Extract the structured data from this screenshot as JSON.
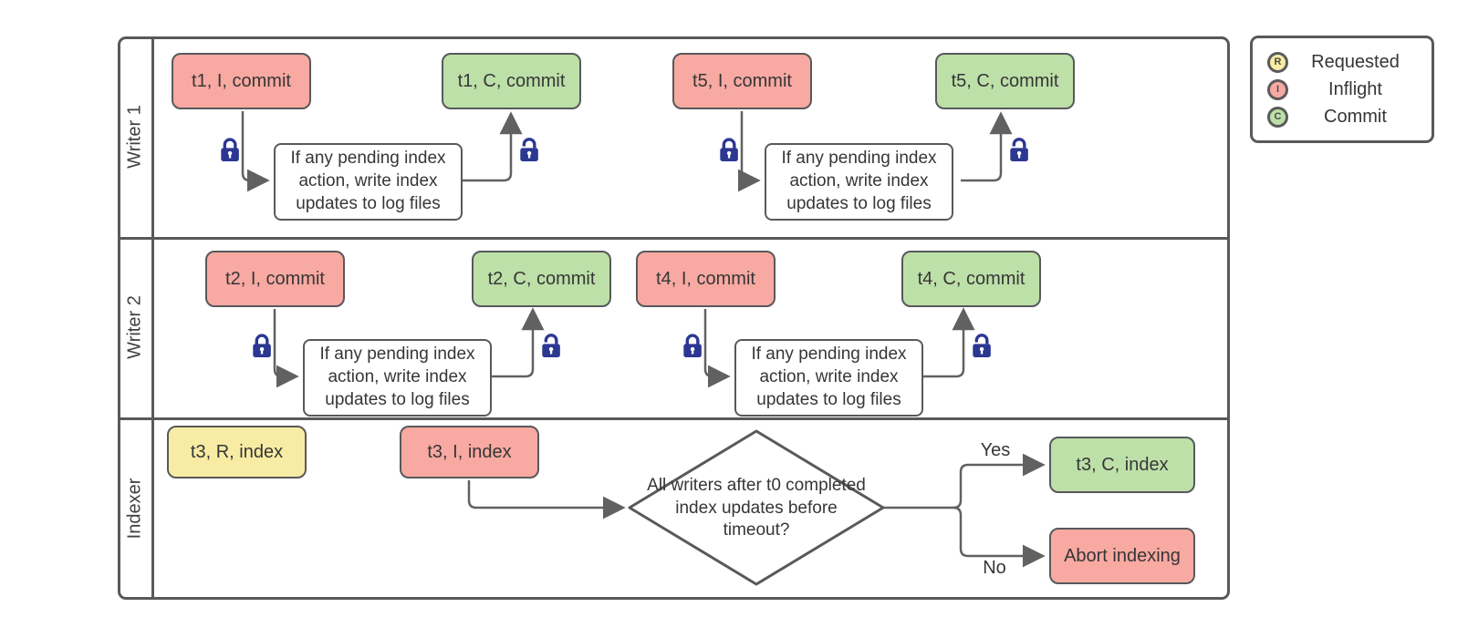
{
  "legend": {
    "items": [
      {
        "letter": "R",
        "label": "Requested",
        "color": "#f8eca4"
      },
      {
        "letter": "I",
        "label": "Inflight",
        "color": "#f8a9a2"
      },
      {
        "letter": "C",
        "label": "Commit",
        "color": "#bde0a8"
      }
    ]
  },
  "colors": {
    "requested_fill": "#f8eca4",
    "inflight_fill": "#f8a9a2",
    "commit_fill": "#bde0a8",
    "lock_icon": "#2c3792",
    "connector": "#616161",
    "shape_border": "#58595b"
  },
  "process_note": "If any pending index action, write index updates to log files",
  "lanes": [
    {
      "label": "Writer 1",
      "tasks": [
        {
          "label": "t1, I, commit"
        },
        {
          "label": "t1, C, commit"
        },
        {
          "label": "t5, I, commit"
        },
        {
          "label": "t5, C, commit"
        }
      ]
    },
    {
      "label": "Writer 2",
      "tasks": [
        {
          "label": "t2, I, commit"
        },
        {
          "label": "t2, C, commit"
        },
        {
          "label": "t4, I, commit"
        },
        {
          "label": "t4, C, commit"
        }
      ]
    },
    {
      "label": "Indexer",
      "tasks": [
        {
          "label": "t3, R, index"
        },
        {
          "label": "t3, I, index"
        },
        {
          "label": "t3, C, index"
        },
        {
          "label": "Abort indexing"
        }
      ]
    }
  ],
  "decision": {
    "question": "All writers after t0 completed index updates before timeout?",
    "yes_label": "Yes",
    "no_label": "No"
  }
}
